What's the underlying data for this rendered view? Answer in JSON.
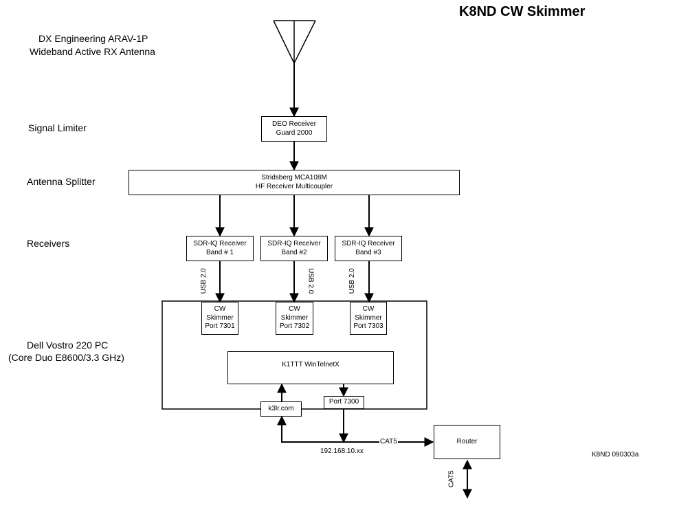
{
  "title": "K8ND CW Skimmer",
  "labels": {
    "antenna_line1": "DX Engineering ARAV-1P",
    "antenna_line2": "Wideband Active RX Antenna",
    "signal_limiter": "Signal Limiter",
    "antenna_splitter": "Antenna Splitter",
    "receivers": "Receivers",
    "pc_line1": "Dell Vostro 220 PC",
    "pc_line2": "(Core Duo E8600/3.3 GHz)"
  },
  "nodes": {
    "limiter": {
      "line1": "DEO Receiver",
      "line2": "Guard 2000"
    },
    "splitter": {
      "line1": "Stridsberg MCA108M",
      "line2": "HF Receiver Multicoupler"
    },
    "rx1": {
      "line1": "SDR-IQ Receiver",
      "line2": "Band # 1"
    },
    "rx2": {
      "line1": "SDR-IQ Receiver",
      "line2": "Band #2"
    },
    "rx3": {
      "line1": "SDR-IQ Receiver",
      "line2": "Band #3"
    },
    "sk1": {
      "line1": "CW",
      "line2": "Skimmer",
      "line3": "Port 7301"
    },
    "sk2": {
      "line1": "CW",
      "line2": "Skimmer",
      "line3": "Port 7302"
    },
    "sk3": {
      "line1": "CW",
      "line2": "Skimmer",
      "line3": "Port 7303"
    },
    "telnet": {
      "label": "K1TTT WinTelnetX"
    },
    "k3lr": {
      "label": "k3lr.com"
    },
    "port7300": {
      "label": "Port 7300"
    },
    "router": {
      "label": "Router"
    }
  },
  "edges": {
    "usb1": "USB 2.0",
    "usb2": "USB 2.0",
    "usb3": "USB 2.0",
    "cat5_horizontal": "CAT5",
    "cat5_vertical": "CAT5",
    "ip_address": "192.168.10.xx"
  },
  "footer": {
    "version": "K8ND 090303a"
  }
}
